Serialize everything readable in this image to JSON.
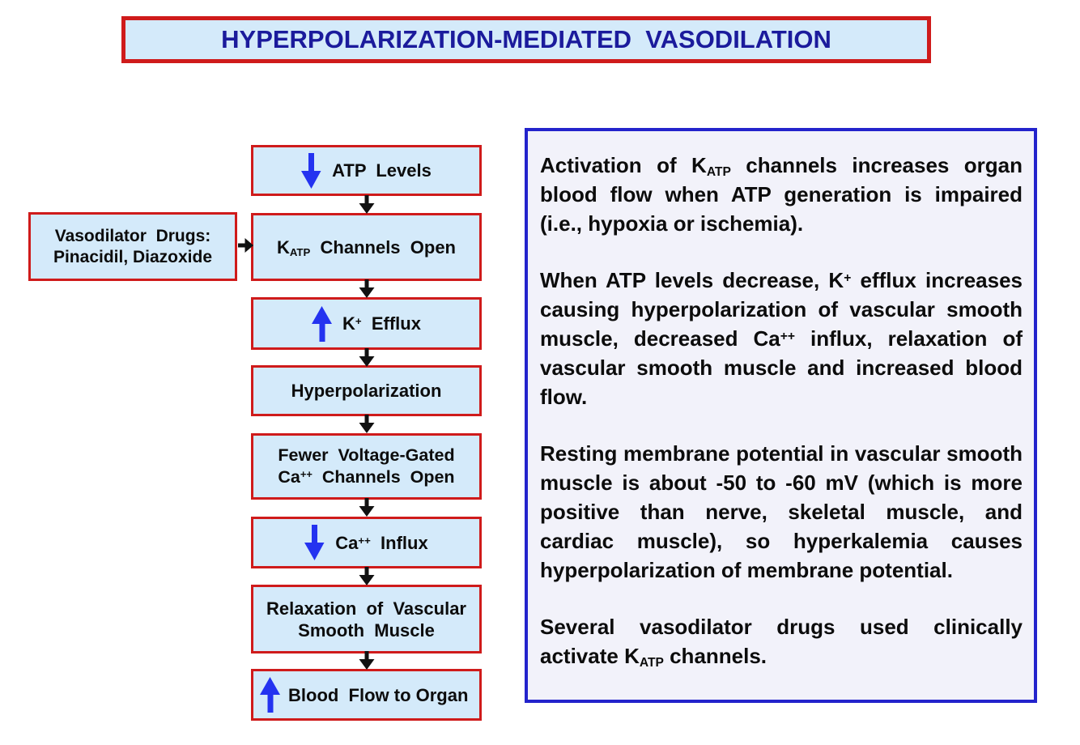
{
  "title": "HYPERPOLARIZATION-MEDIATED  VASODILATION",
  "flowchart": {
    "boxes": [
      {
        "arrow": "down",
        "label": "ATP  Levels"
      },
      {
        "arrow": "none",
        "label": "K_{ATP}  Channels  Open"
      },
      {
        "arrow": "up",
        "label": "K^{+}  Efflux"
      },
      {
        "arrow": "none",
        "label": "Hyperpolarization"
      },
      {
        "arrow": "none",
        "label": "Fewer  Voltage-Gated\nCa^{++}  Channels  Open"
      },
      {
        "arrow": "down",
        "label": "Ca^{++}  Influx"
      },
      {
        "arrow": "none",
        "label": "Relaxation  of  Vascular\nSmooth  Muscle"
      },
      {
        "arrow": "up",
        "label": "Blood  Flow to Organ"
      }
    ],
    "side_box": {
      "label": "Vasodilator  Drugs:\nPinacidil, Diazoxide"
    }
  },
  "info_panel": {
    "paragraphs": [
      "Activation of K_{ATP} channels increases organ blood flow when ATP generation is impaired (i.e., hypoxia or ischemia).",
      "When ATP levels decrease, K^{+} efflux increases causing hyperpolarization of vascular smooth muscle, decreased Ca^{++} influx, relaxation of vascular smooth muscle and increased blood flow.",
      "Resting membrane potential in vascular smooth muscle is about -50 to -60 mV (which is more positive than nerve, skeletal muscle, and cardiac muscle), so hyperkalemia causes hyperpolarization of membrane potential.",
      "Several vasodilator drugs used clinically activate K_{ATP} channels."
    ]
  },
  "colors": {
    "box_bg": "#d4eafa",
    "border_red": "#cf1b1b",
    "title_text": "#1b1b9c",
    "panel_bg": "#f2f2fa",
    "panel_border": "#2323cc",
    "arrow_blue": "#2433f0",
    "arrow_black": "#111111"
  }
}
